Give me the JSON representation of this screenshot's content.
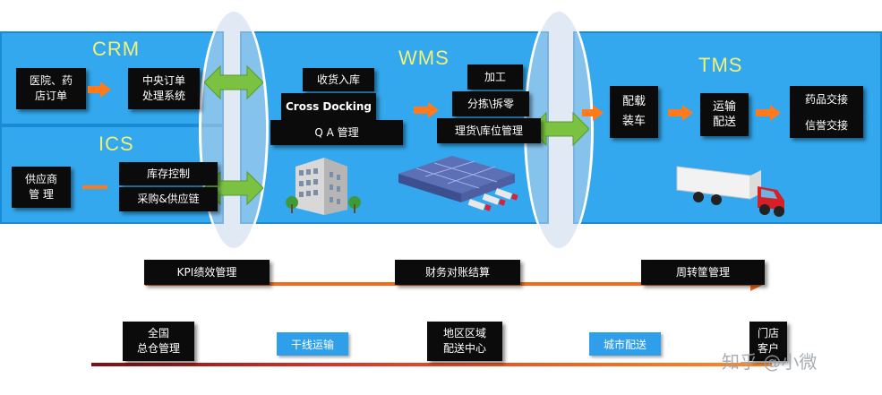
{
  "sections": {
    "crm": {
      "title": "CRM"
    },
    "ics": {
      "title": "ICS"
    },
    "wms": {
      "title": "WMS"
    },
    "tms": {
      "title": "TMS"
    }
  },
  "boxes": {
    "hospital_orders": "医院、药\n店订单",
    "central_order": "中央订单\n处理系统",
    "supplier": "供应商\n管  理",
    "inventory_control": "库存控制",
    "purchase_supply": "采购&供应链",
    "receiving": "收货入库",
    "cross_docking": "Cross Docking",
    "qa": "Q A 管理",
    "processing": "加工",
    "sorting": "分拣\\拆零",
    "location_mgmt": "理货\\库位管理",
    "loading": "配载\n装车",
    "transport": "运输\n配送",
    "handover": "药品交接",
    "credit_handover": "信誉交接"
  },
  "management_bar": {
    "kpi": "KPI绩效管理",
    "finance": "财务对账结算",
    "turnover": "周转筐管理"
  },
  "bottom_timeline": {
    "national": "全国\n总仓管理",
    "trunk": "干线运输",
    "regional": "地区区域\n配送中心",
    "city": "城市配送",
    "store": "门店\n客户"
  },
  "watermark": "知乎 @小微",
  "colors": {
    "panel": "#33a8ee",
    "title_yellow": "#f2f078",
    "arrow_orange": "#ff7a1a",
    "green_arrow": "#7cc242"
  }
}
